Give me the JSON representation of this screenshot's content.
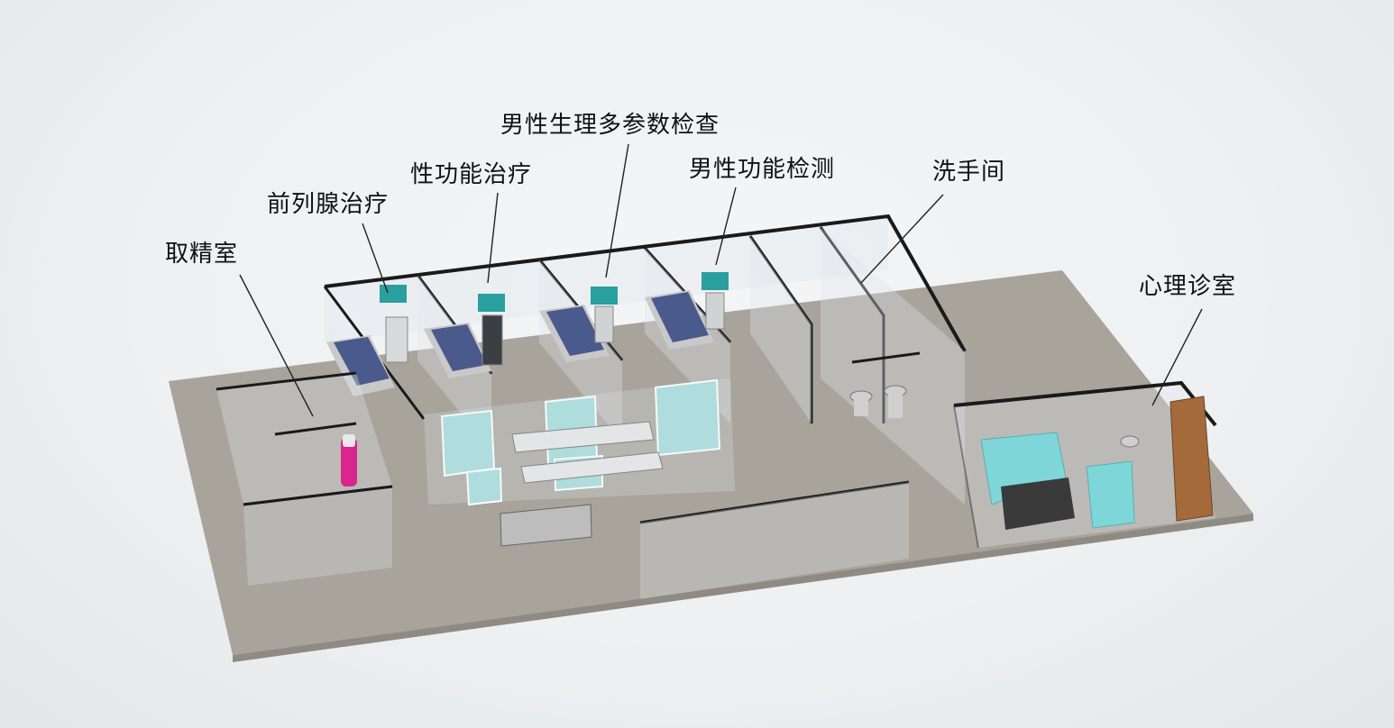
{
  "labels": {
    "semen_room": "取精室",
    "prostate_therapy": "前列腺治疗",
    "sexual_function_therapy": "性功能治疗",
    "male_physiology_exam": "男性生理多参数检查",
    "male_function_test": "男性功能检测",
    "washroom": "洗手间",
    "psychology_room": "心理诊室"
  },
  "colors": {
    "floor": "#a8a49b",
    "floor_shadow": "#8f8b83",
    "glass": "#dfe6ea",
    "frame": "#1a1a1a",
    "bed_mattress": "#4b5a8c",
    "bed_frame": "#c9c9c9",
    "sofa": "#7fd6d8",
    "poster": "#9fd8d8",
    "device_screen": "#2a9fa0",
    "robot_accent": "#d8268d",
    "shelf": "#a56a3a",
    "leader_line": "#222222"
  }
}
